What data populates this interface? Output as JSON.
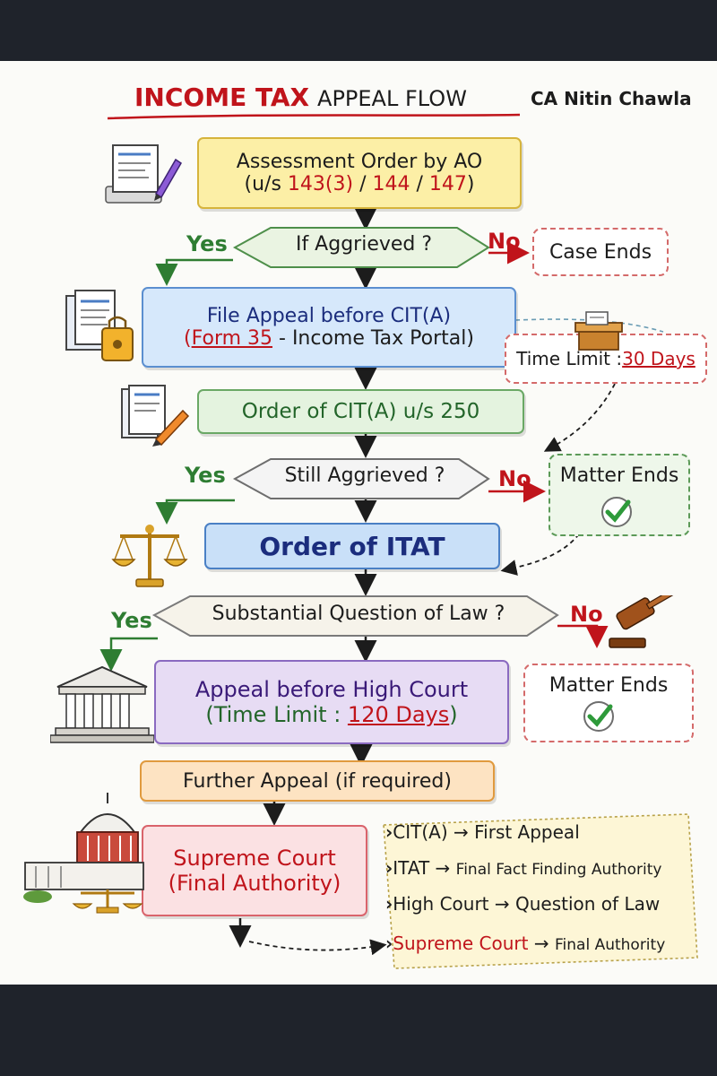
{
  "header": {
    "title_part1": "INCOME TAX",
    "title_part2": "APPEAL FLOW",
    "author": "CA Nitin Chawla"
  },
  "flow": {
    "assessment": {
      "line1": "Assessment Order by AO",
      "prefix": "(u/s ",
      "sec1": "143(3)",
      "sep1": " / ",
      "sec2": "144",
      "sep2": " / ",
      "sec3": "147",
      "suffix": ")"
    },
    "q_aggrieved": "If Aggrieved ?",
    "case_ends": "Case Ends",
    "cita_appeal": {
      "line1_a": "File ",
      "line1_b": "Appeal",
      "line1_c": " before CIT(A)",
      "paren_open": "(",
      "form": "Form 35",
      "rest": " - Income Tax Portal)"
    },
    "time_limit_cita": {
      "label": "Time Limit : ",
      "value": "30 Days"
    },
    "cita_order": "Order of CIT(A) u/s 250",
    "q_still": "Still Aggrieved ?",
    "matter_ends_1": "Matter Ends",
    "itat_order": "Order of ITAT",
    "q_law": "Substantial Question of Law ?",
    "matter_ends_2": "Matter Ends",
    "high_court": {
      "line1": "Appeal before High Court",
      "prefix": "(Time Limit : ",
      "value": "120 Days",
      "suffix": ")"
    },
    "further": "Further Appeal (if required)",
    "supreme": {
      "line1": "Supreme Court",
      "line2": "(Final Authority)"
    }
  },
  "labels": {
    "yes1": "Yes",
    "no1": "No",
    "yes2": "Yes",
    "no2": "No",
    "yes3": "Yes",
    "no3": "No"
  },
  "summary": [
    {
      "name": "CIT(A)",
      "arrow": " → ",
      "desc": "First Appeal"
    },
    {
      "name": "ITAT",
      "arrow": " → ",
      "desc": "Final Fact Finding Authority"
    },
    {
      "name": "High Court",
      "arrow": " → ",
      "desc": "Question of Law"
    },
    {
      "name": "Supreme Court",
      "arrow": " → ",
      "desc": "Final Authority"
    }
  ],
  "colors": {
    "red": "#c0141b",
    "green": "#2e7d32",
    "navy": "#1b2d7d",
    "yellow_fill": "#fcefa6",
    "blue_fill": "#d6e8fb",
    "green_fill": "#e4f3df",
    "purple_fill": "#e7dcf4",
    "pink_fill": "#fbe1e3",
    "orange_fill": "#fde3c2"
  },
  "icons": [
    "document-pen-icon",
    "package-icon",
    "files-lock-icon",
    "document-pencil-icon",
    "scales-icon",
    "gavel-icon",
    "courthouse-icon",
    "supreme-court-icon",
    "checkmark-icon"
  ]
}
